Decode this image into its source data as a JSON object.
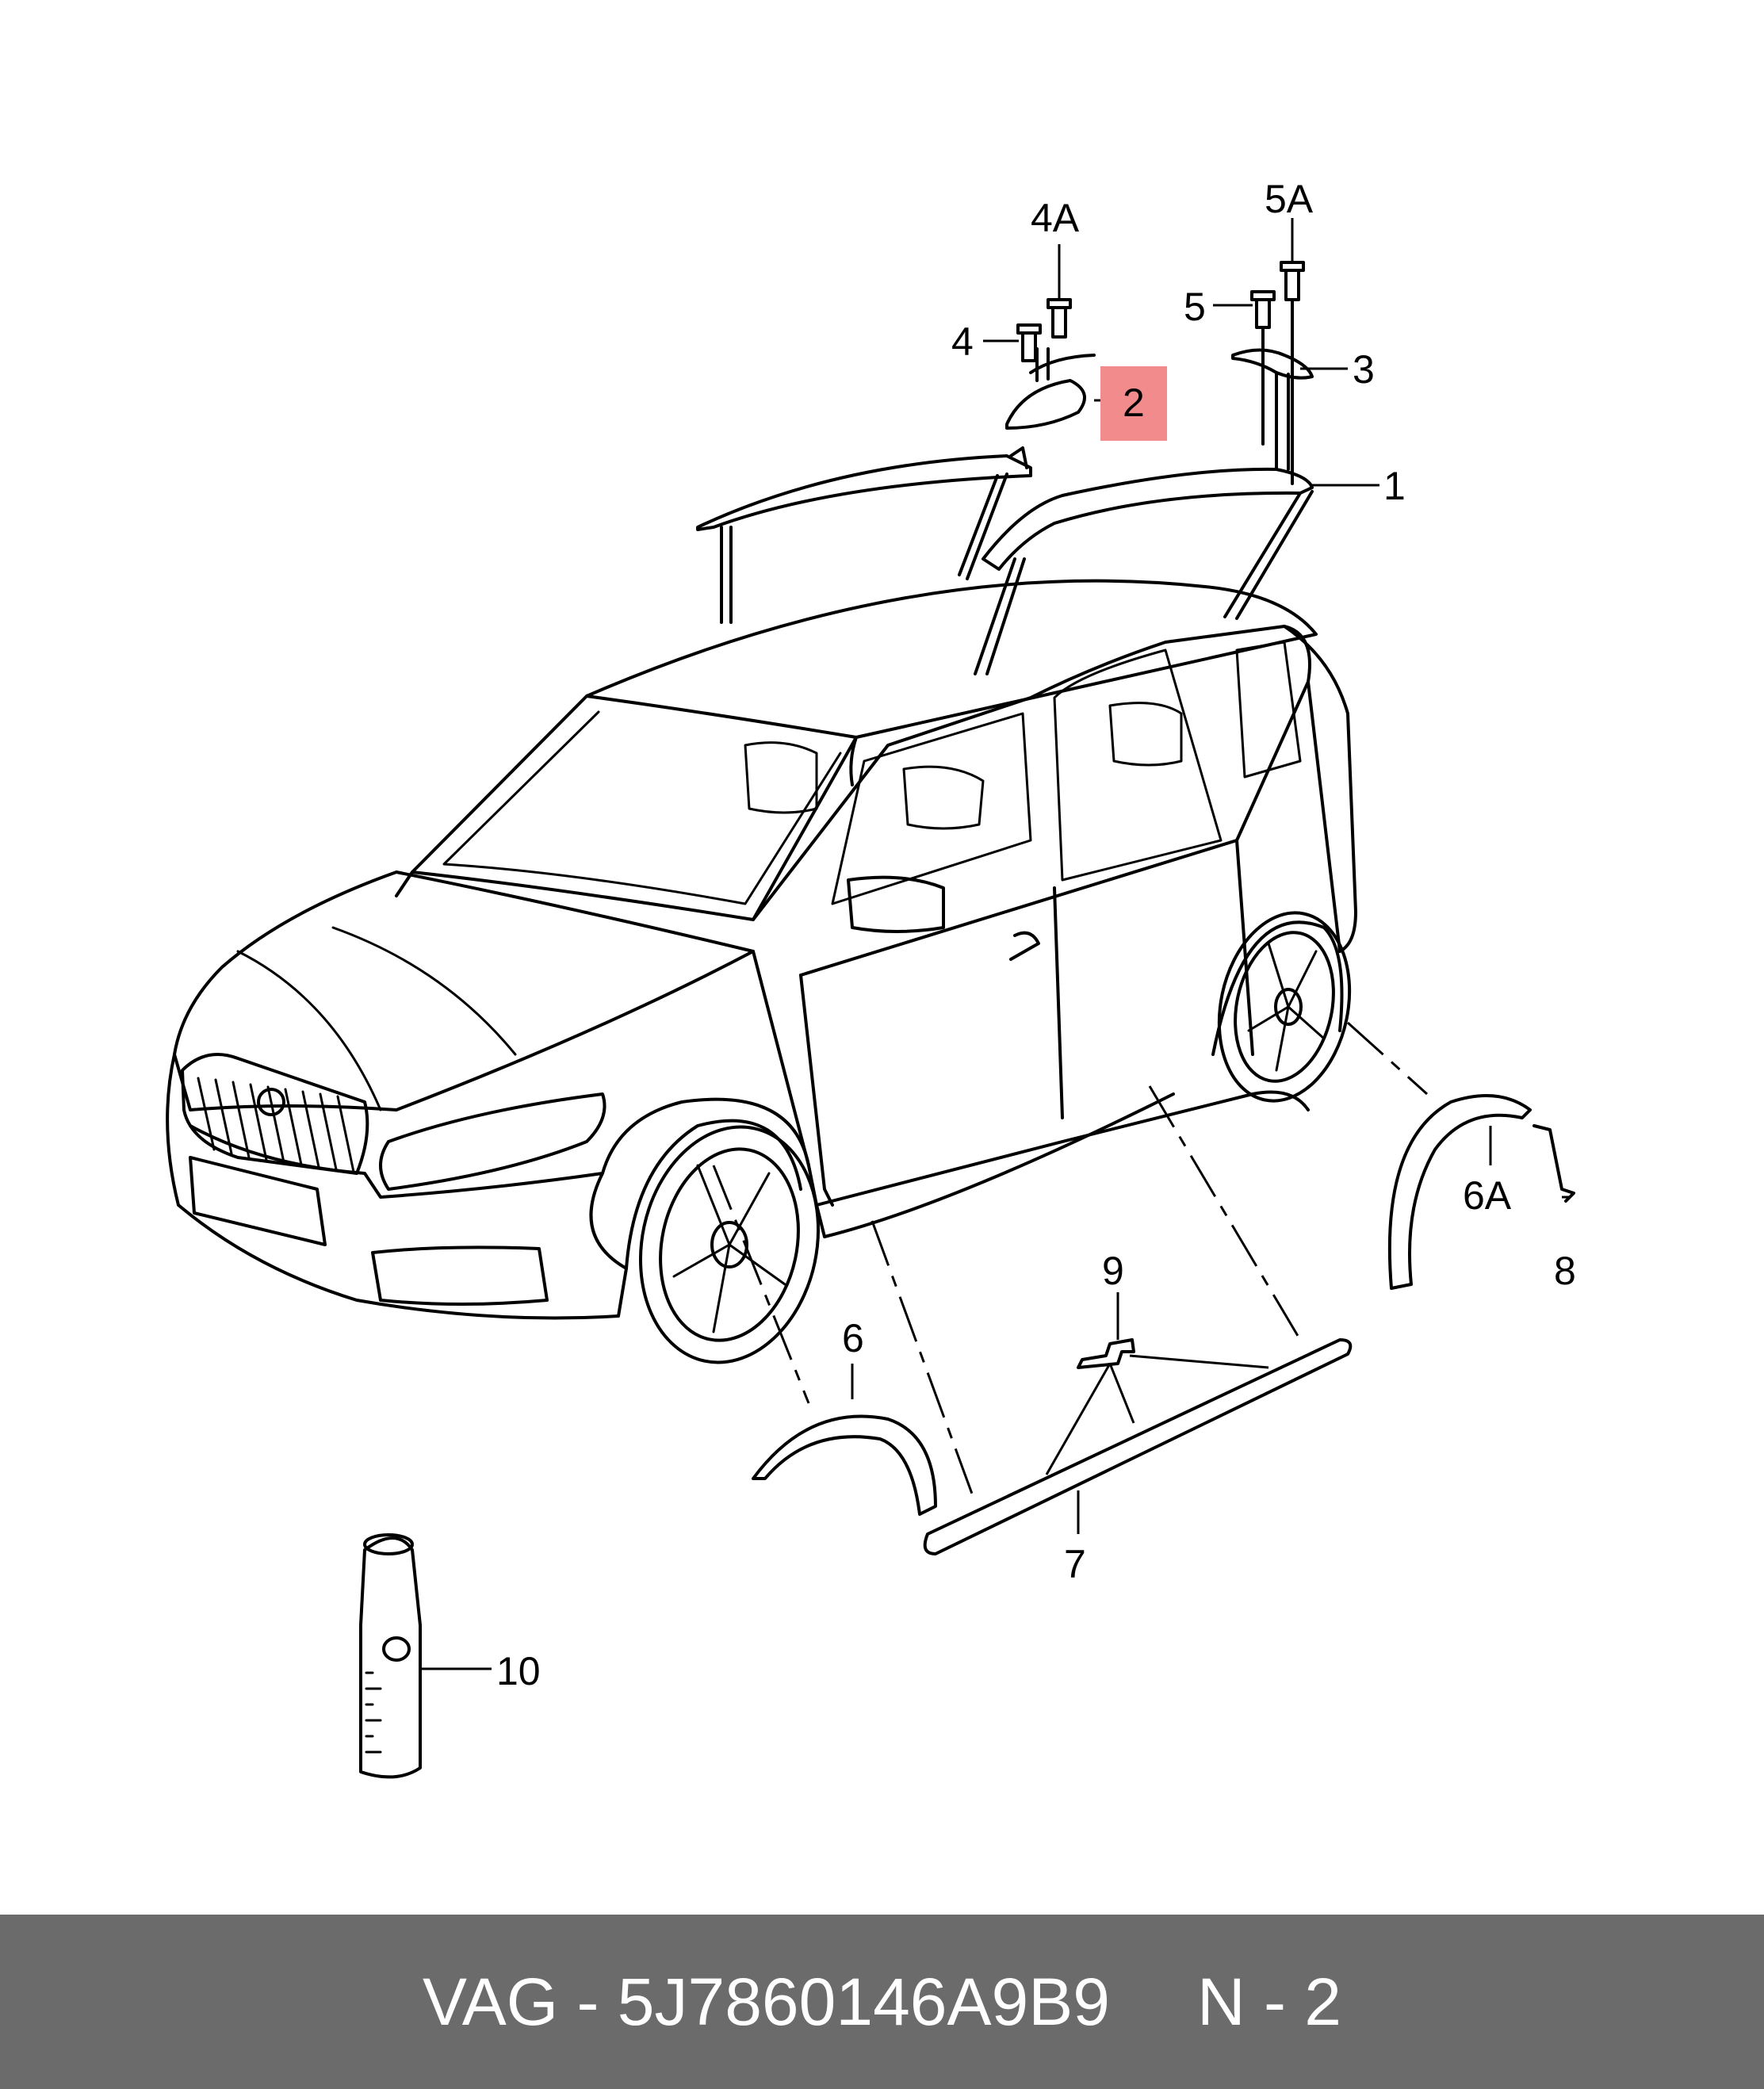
{
  "callouts": {
    "c1": "1",
    "c2": "2",
    "c3": "3",
    "c4": "4",
    "c4a": "4A",
    "c5": "5",
    "c5a": "5A",
    "c6": "6",
    "c6a": "6A",
    "c7": "7",
    "c8": "8",
    "c9": "9",
    "c10": "10"
  },
  "highlight": {
    "callout": "2",
    "color": "#f28b8b"
  },
  "footer": {
    "part_label": "VAG - 5J7860146A9B9",
    "position_label": "N - 2",
    "background": "#6b6b6b",
    "text_color": "#ffffff"
  }
}
